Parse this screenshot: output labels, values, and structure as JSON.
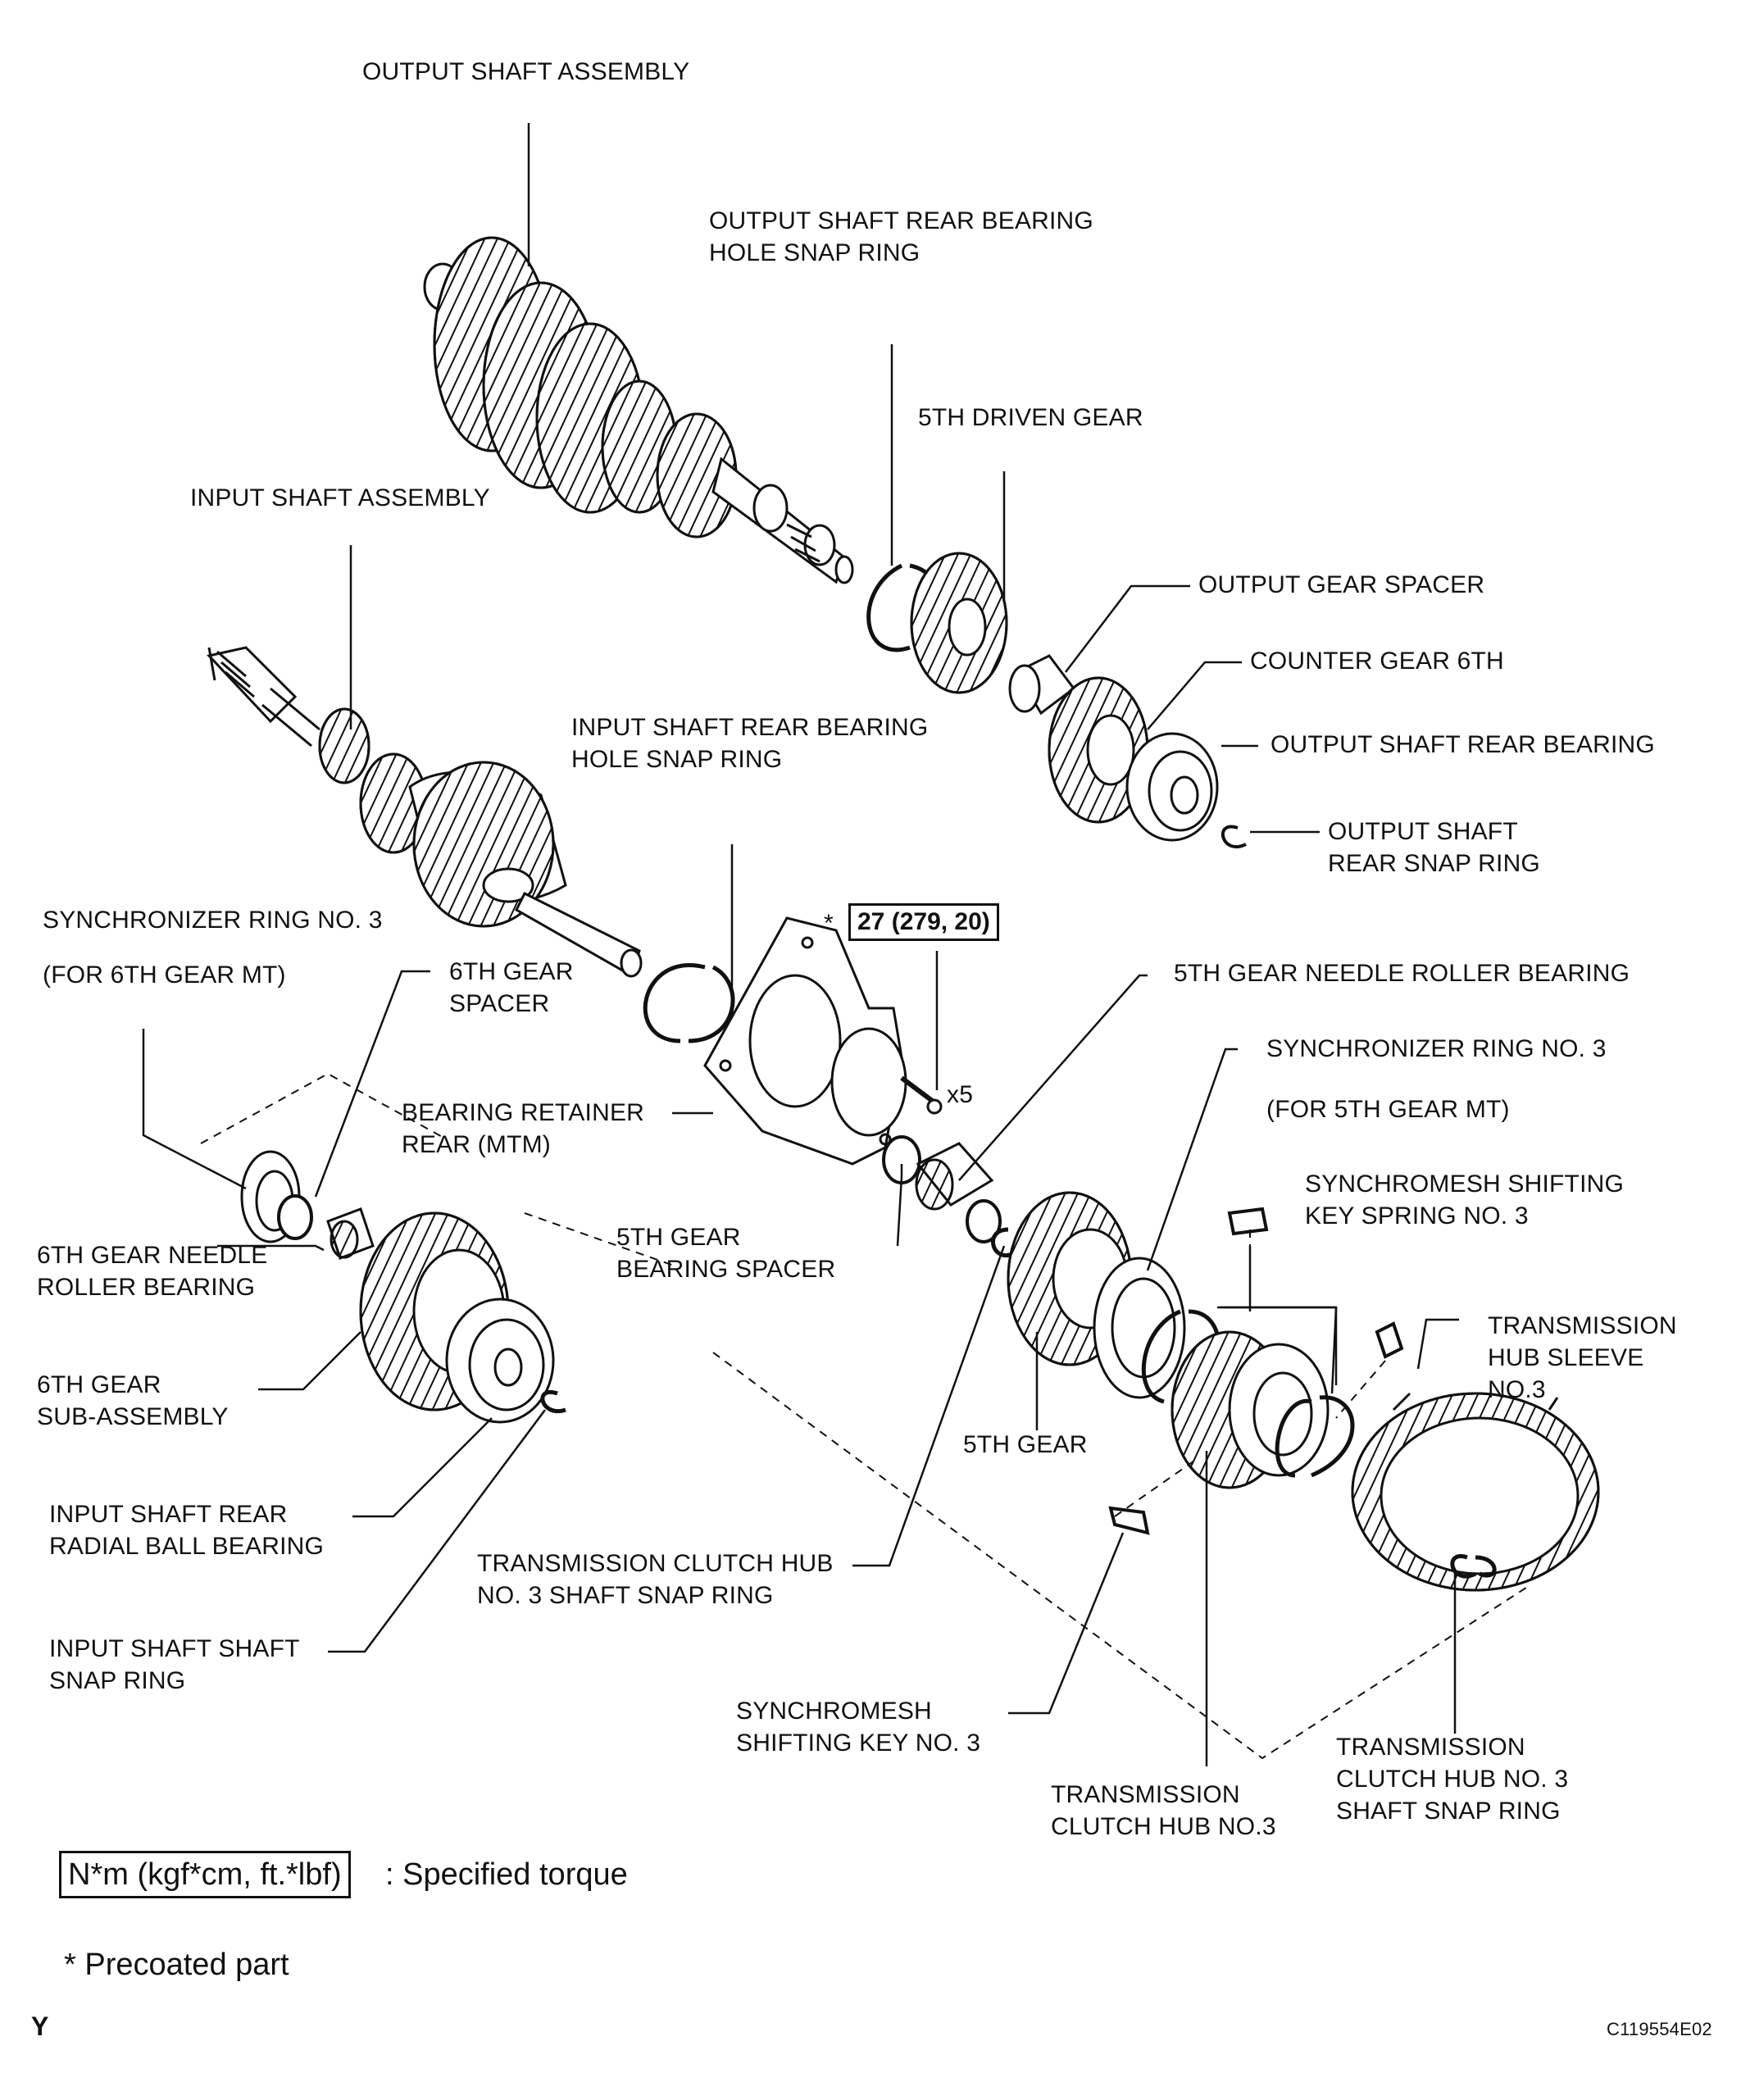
{
  "labels": {
    "output_shaft_assembly": "OUTPUT SHAFT ASSEMBLY",
    "output_shaft_rear_bearing_hole_snap_ring_1": "OUTPUT SHAFT REAR BEARING",
    "output_shaft_rear_bearing_hole_snap_ring_2": "HOLE SNAP RING",
    "fifth_driven_gear": "5TH DRIVEN GEAR",
    "input_shaft_assembly": "INPUT SHAFT ASSEMBLY",
    "output_gear_spacer": "OUTPUT GEAR SPACER",
    "counter_gear_6th": "COUNTER GEAR 6TH",
    "output_shaft_rear_bearing": "OUTPUT SHAFT REAR BEARING",
    "input_shaft_rear_bearing_hole_snap_ring_1": "INPUT SHAFT REAR BEARING",
    "input_shaft_rear_bearing_hole_snap_ring_2": "HOLE SNAP RING",
    "output_shaft_rear_snap_ring_1": "OUTPUT SHAFT",
    "output_shaft_rear_snap_ring_2": "REAR SNAP RING",
    "synchronizer_ring_no3_6th_1": "SYNCHRONIZER RING NO. 3",
    "synchronizer_ring_no3_6th_2": "(FOR 6TH GEAR MT)",
    "sixth_gear_spacer_1": "6TH GEAR",
    "sixth_gear_spacer_2": "SPACER",
    "fifth_gear_needle_roller_bearing": "5TH GEAR NEEDLE ROLLER BEARING",
    "synchronizer_ring_no3_5th_1": "SYNCHRONIZER RING NO. 3",
    "synchronizer_ring_no3_5th_2": "(FOR 5TH GEAR MT)",
    "bearing_retainer_rear_1": "BEARING RETAINER",
    "bearing_retainer_rear_2": "REAR (MTM)",
    "synchromesh_shifting_key_spring_1": "SYNCHROMESH SHIFTING",
    "synchromesh_shifting_key_spring_2": "KEY SPRING NO. 3",
    "sixth_gear_needle_roller_bearing_1": "6TH GEAR NEEDLE",
    "sixth_gear_needle_roller_bearing_2": "ROLLER BEARING",
    "fifth_gear_bearing_spacer_1": "5TH GEAR",
    "fifth_gear_bearing_spacer_2": "BEARING SPACER",
    "transmission_hub_sleeve_1": "TRANSMISSION",
    "transmission_hub_sleeve_2": "HUB SLEEVE",
    "transmission_hub_sleeve_3": "NO.3",
    "sixth_gear_sub_assembly_1": "6TH GEAR",
    "sixth_gear_sub_assembly_2": "SUB-ASSEMBLY",
    "fifth_gear": "5TH GEAR",
    "input_shaft_rear_radial_ball_bearing_1": "INPUT SHAFT REAR",
    "input_shaft_rear_radial_ball_bearing_2": "RADIAL BALL BEARING",
    "transmission_clutch_hub_no3_shaft_snap_ring_a_1": "TRANSMISSION CLUTCH HUB",
    "transmission_clutch_hub_no3_shaft_snap_ring_a_2": "NO. 3 SHAFT SNAP RING",
    "input_shaft_shaft_snap_ring_1": "INPUT SHAFT SHAFT",
    "input_shaft_shaft_snap_ring_2": "SNAP RING",
    "synchromesh_shifting_key_1": "SYNCHROMESH",
    "synchromesh_shifting_key_2": "SHIFTING KEY NO. 3",
    "transmission_clutch_hub_no3_1": "TRANSMISSION",
    "transmission_clutch_hub_no3_2": "CLUTCH HUB NO.3",
    "transmission_clutch_hub_no3_shaft_snap_ring_b_1": "TRANSMISSION",
    "transmission_clutch_hub_no3_shaft_snap_ring_b_2": "CLUTCH HUB NO. 3",
    "transmission_clutch_hub_no3_shaft_snap_ring_b_3": "SHAFT SNAP RING",
    "bolt_quantity": "x5"
  },
  "torque": {
    "asterisk": "*",
    "value": "27 (279, 20)"
  },
  "legend": {
    "unit_box": "N*m (kgf*cm, ft.*lbf)",
    "unit_text": ": Specified torque",
    "precoated": "* Precoated part"
  },
  "footer": {
    "left_mark": "Y",
    "figure_code": "C119554E02"
  }
}
